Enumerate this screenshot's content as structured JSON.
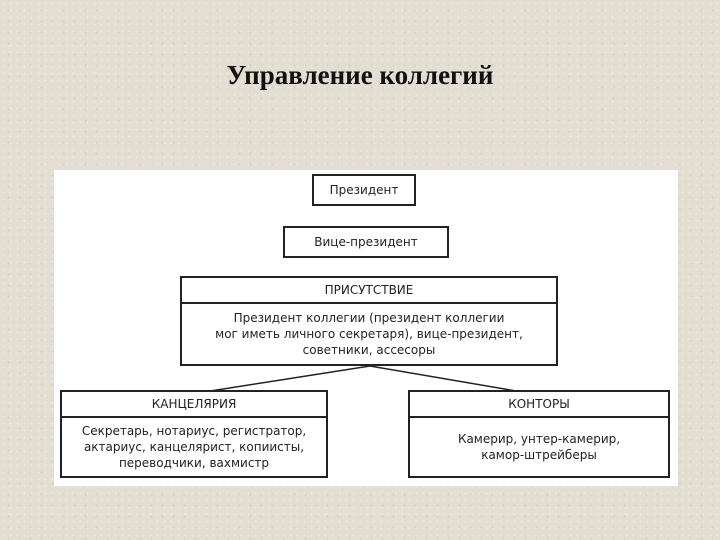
{
  "slide": {
    "title": "Управление коллегий"
  },
  "diagram": {
    "president": "Президент",
    "vice_president": "Вице-президент",
    "presence": {
      "title": "ПРИСУТСТВИЕ",
      "lines": [
        "Президент коллегии (президент коллегии",
        "мог иметь личного секретаря), вице-президент,",
        "советники, ассесоры"
      ]
    },
    "chancellery": {
      "title": "КАНЦЕЛЯРИЯ",
      "lines": [
        "Секретарь, нотариус, регистратор,",
        "актариус, канцелярист, копиисты,",
        "переводчики, вахмистр"
      ]
    },
    "offices": {
      "title": "КОНТОРЫ",
      "lines": [
        "Камерир, унтер-камерир,",
        "камор-штрейберы"
      ]
    }
  }
}
